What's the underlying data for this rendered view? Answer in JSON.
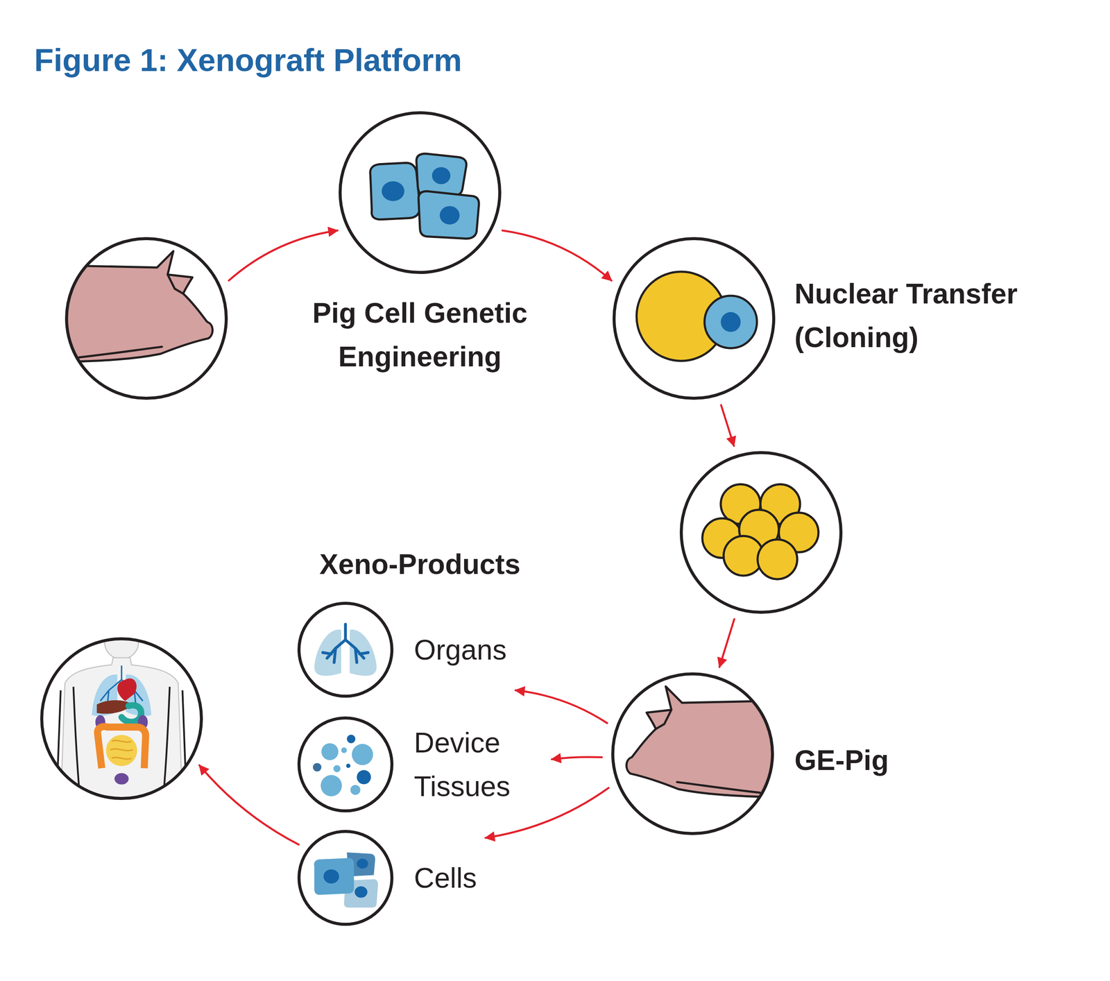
{
  "diagram": {
    "title": "Figure 1: Xenograft Platform",
    "nodes": [
      {
        "text": []
      },
      {
        "text": [
          "Pig Cell Genetic Engineering"
        ]
      },
      {
        "text": [
          "Nuclear Transfer (Cloning)"
        ]
      },
      {
        "text": []
      },
      {
        "text": [
          "GE-Pig"
        ]
      },
      {
        "text": [
          "Organs"
        ]
      },
      {
        "text": [
          "Device Tissues"
        ]
      },
      {
        "text": [
          "Cells"
        ]
      },
      {
        "text": []
      }
    ],
    "edges": [
      {
        "from": 0,
        "to": 1,
        "arrow": "to"
      },
      {
        "from": 1,
        "to": 2,
        "arrow": "to"
      },
      {
        "from": 2,
        "to": 3,
        "arrow": "to"
      },
      {
        "from": 3,
        "to": 4,
        "arrow": "to"
      },
      {
        "from": 4,
        "to": 5,
        "arrow": "to"
      },
      {
        "from": 4,
        "to": 6,
        "arrow": "to"
      },
      {
        "from": 4,
        "to": 7,
        "arrow": "to"
      },
      {
        "from": 7,
        "to": 8,
        "arrow": "to"
      }
    ],
    "labels": [
      "Xeno-Products"
    ]
  }
}
